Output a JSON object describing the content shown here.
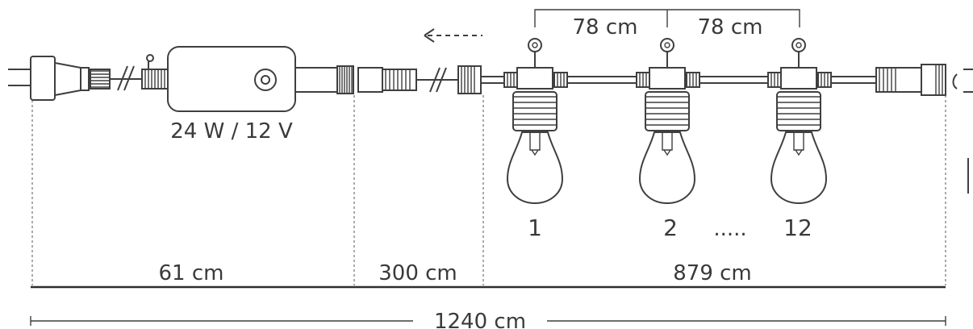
{
  "spacing": {
    "bulb_gap_1": "78 cm",
    "bulb_gap_2": "78 cm"
  },
  "adapter": {
    "rating": "24 W / 12 V"
  },
  "bulbs": [
    {
      "label": "1"
    },
    {
      "label": "2"
    },
    {
      "label": "12"
    }
  ],
  "ellipsis": ".....",
  "segments": [
    {
      "label": "61 cm"
    },
    {
      "label": "300 cm"
    },
    {
      "label": "879 cm"
    }
  ],
  "total": {
    "label": "1240 cm"
  }
}
